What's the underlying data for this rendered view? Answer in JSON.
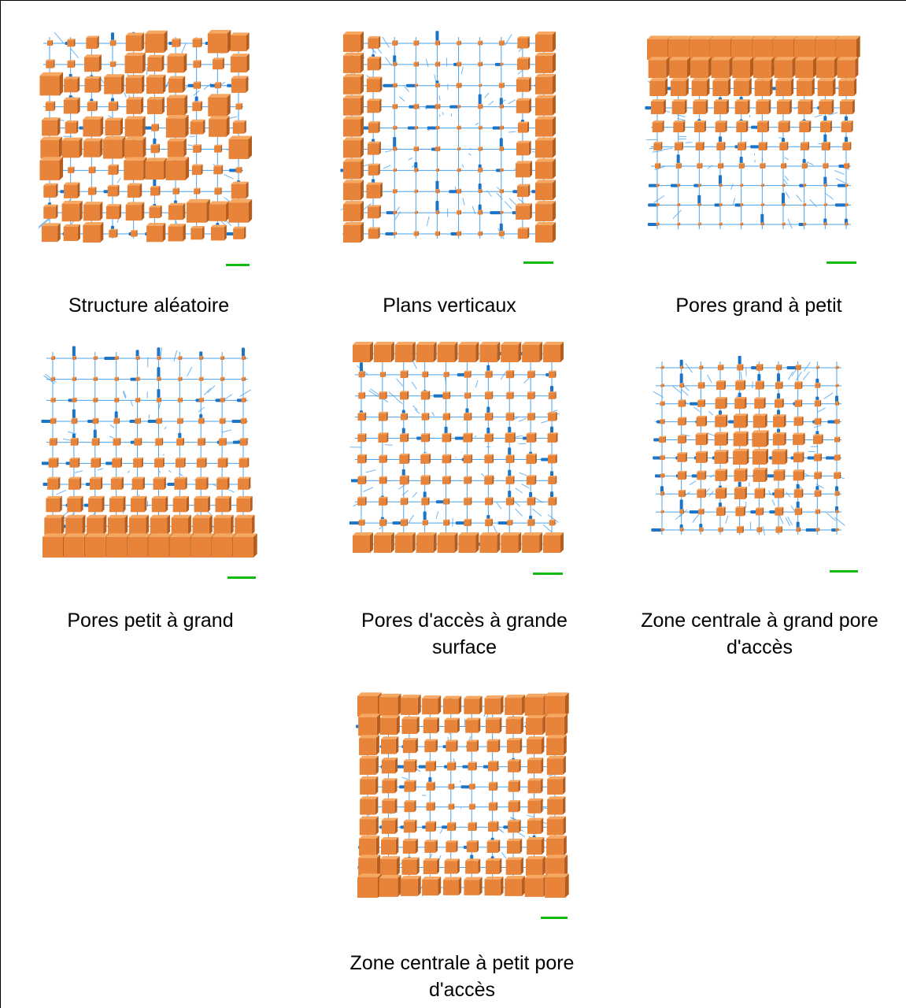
{
  "colors": {
    "pore": "#e8843a",
    "pore_light": "#f6a862",
    "pore_dark": "#b45d1f",
    "throat": "#1a75c9",
    "throat_light": "#4aa3ee",
    "scale_bar": "#11bb11",
    "background": "#ffffff",
    "caption_text": "#000000"
  },
  "icons": {
    "pore": "orange-cube-icon",
    "throat": "blue-cylinder-icon"
  },
  "panels": [
    {
      "id": "random",
      "caption": "Structure aléatoire",
      "pattern": "random"
    },
    {
      "id": "vertical-planes",
      "caption": "Plans verticaux",
      "pattern": "vertical-planes"
    },
    {
      "id": "large-to-small",
      "caption": "Pores grand à petit",
      "pattern": "large-to-small"
    },
    {
      "id": "small-to-large",
      "caption": "Pores petit à grand",
      "pattern": "small-to-large"
    },
    {
      "id": "large-access-surface",
      "caption": "Pores d'accès à grande surface",
      "pattern": "large-access-surface"
    },
    {
      "id": "center-large-access",
      "caption": "Zone centrale à grand pore d'accès",
      "pattern": "center-large"
    },
    {
      "id": "center-small-access",
      "caption": "Zone centrale à petit pore d'accès",
      "pattern": "center-small"
    }
  ]
}
